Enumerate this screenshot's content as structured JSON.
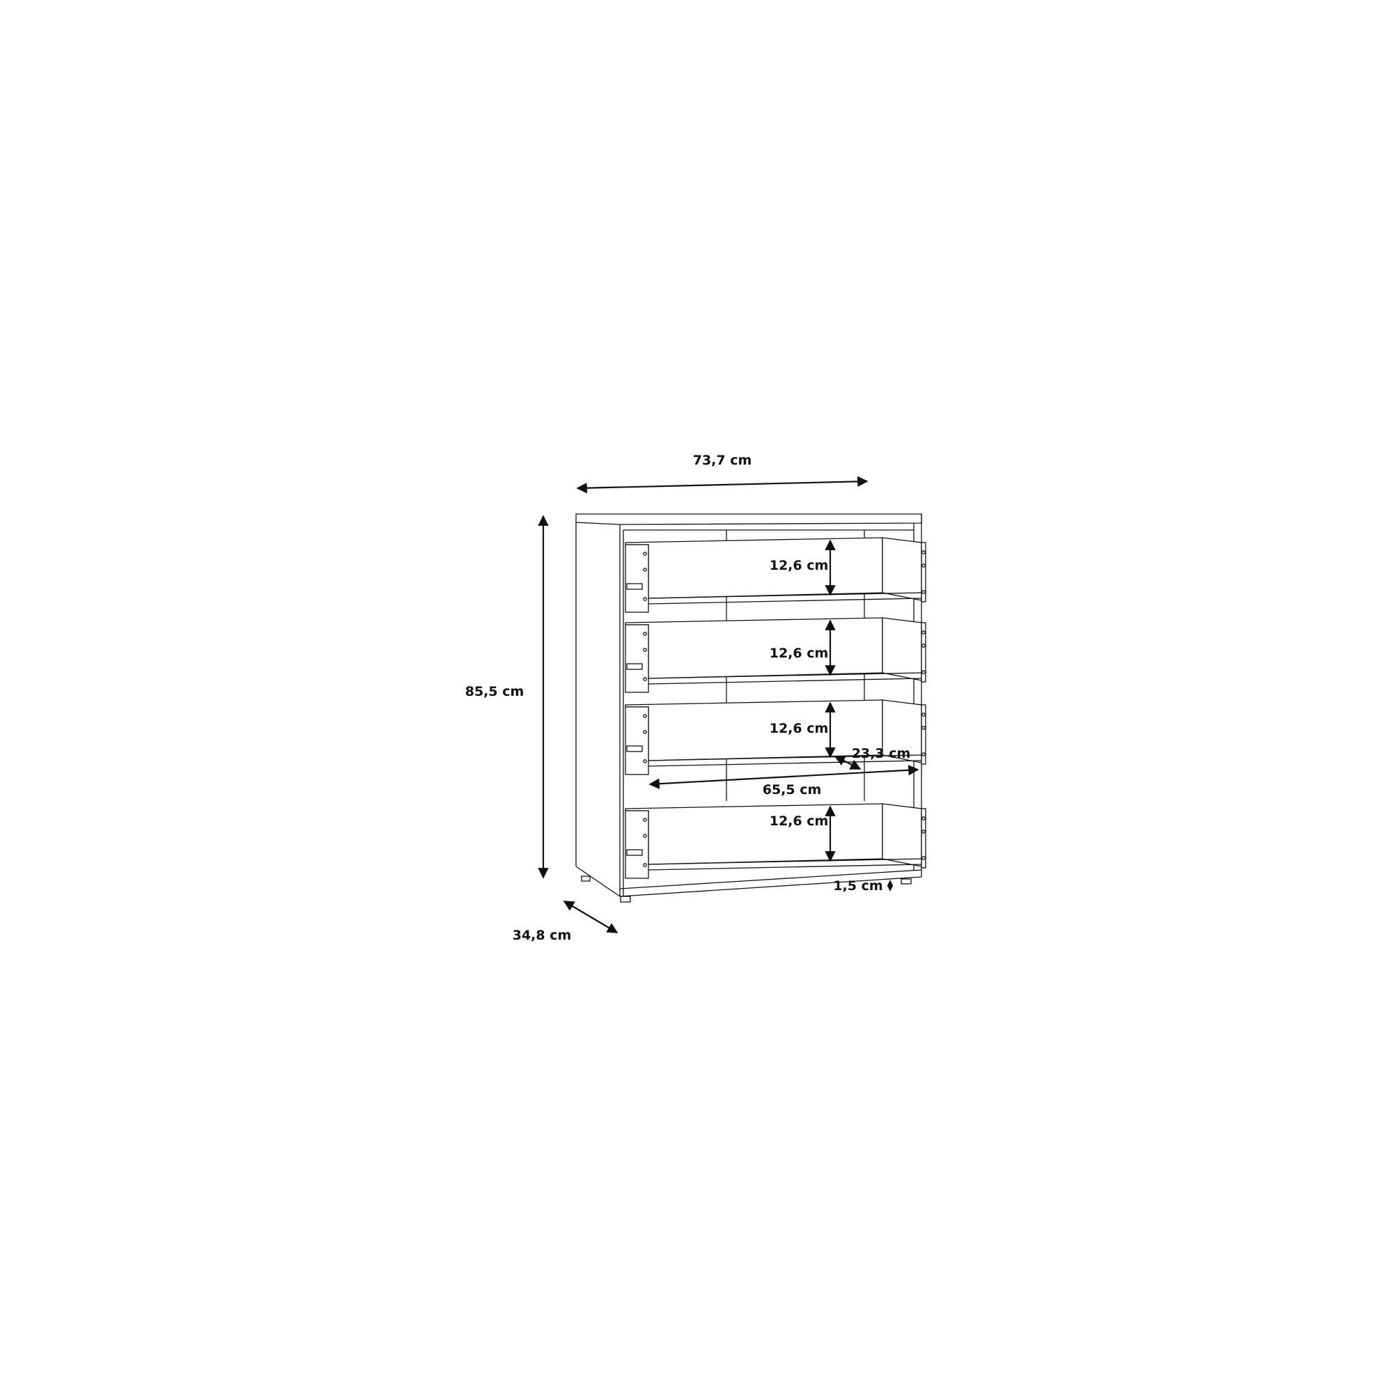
{
  "dimensions": {
    "width": "73,7 cm",
    "height": "85,5 cm",
    "depth": "34,8 cm",
    "drawer_heights": [
      "12,6 cm",
      "12,6 cm",
      "12,6 cm",
      "12,6 cm"
    ],
    "drawer_inner_width": "65,5 cm",
    "drawer_inner_depth": "23,3 cm",
    "foot_height": "1,5 cm"
  },
  "colors": {
    "line": "#111111",
    "background": "#ffffff"
  }
}
